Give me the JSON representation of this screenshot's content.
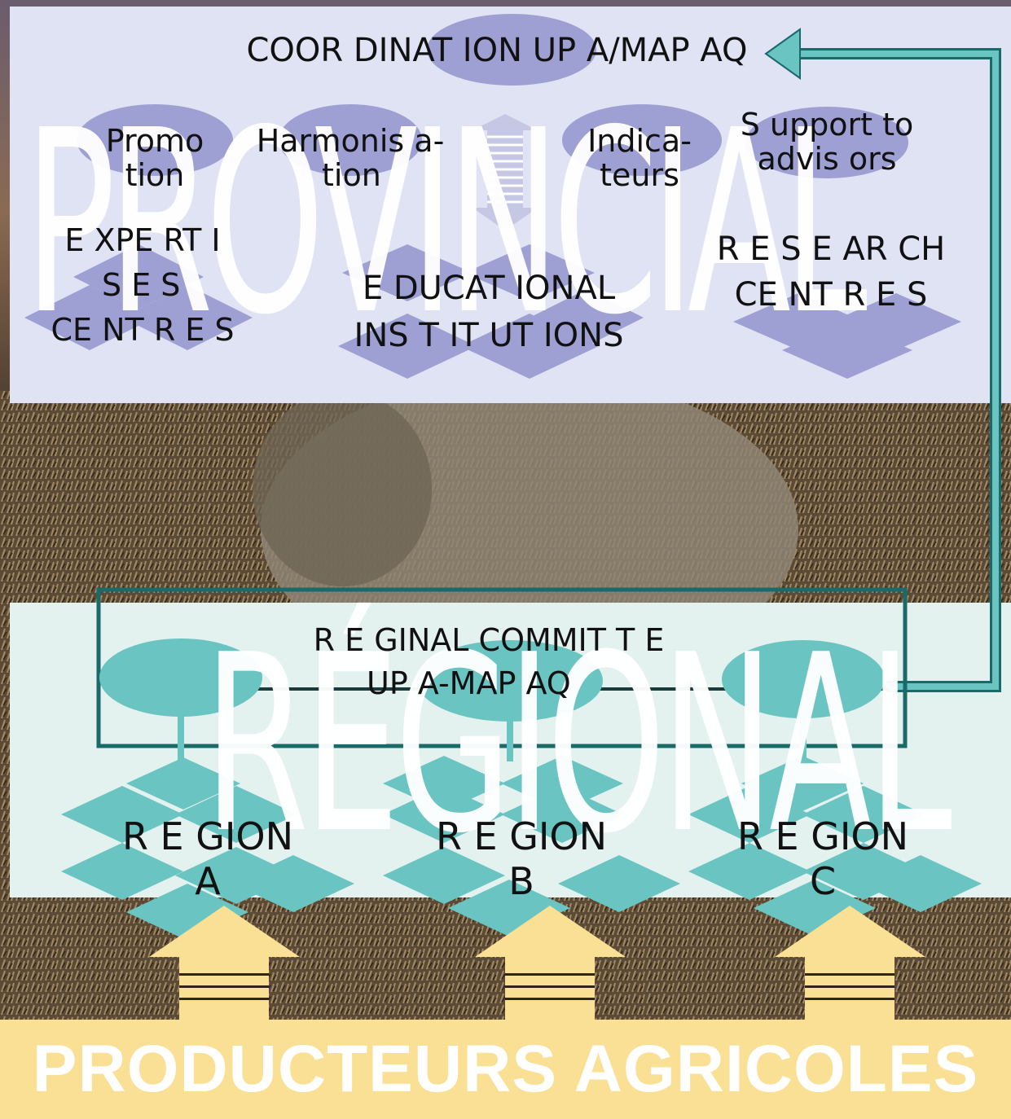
{
  "provincial": {
    "watermark": "PROVINCIAL",
    "coordination": "COOR DINAT ION UP A/MAP AQ",
    "functions": [
      {
        "id": "promotion",
        "lines": [
          "Promo",
          "tion"
        ]
      },
      {
        "id": "harmonisation",
        "lines": [
          "Harmonis a-",
          "tion"
        ]
      },
      {
        "id": "indicateurs",
        "lines": [
          "Indica-",
          "teurs"
        ]
      },
      {
        "id": "support",
        "lines": [
          "S upport to",
          "advis ors"
        ]
      }
    ],
    "expertise": [
      "E XPE RT I",
      "S E S",
      "CE NT R E S"
    ],
    "education": [
      "E DUCAT IONAL",
      "INS T IT UT IONS"
    ],
    "research": [
      "R E S E AR CH",
      "CE NT R E S"
    ]
  },
  "regional": {
    "watermark": "RÉGIONAL",
    "committee": [
      "R E GINAL  COMMIT T E",
      "UP A-MAP AQ"
    ],
    "regions": [
      {
        "id": "a",
        "lines": [
          "R E GION",
          "A"
        ]
      },
      {
        "id": "b",
        "lines": [
          "R E GION",
          "B"
        ]
      },
      {
        "id": "c",
        "lines": [
          "R E GION",
          "C"
        ]
      }
    ]
  },
  "producers": {
    "label": "PRODUCTEURS AGRICOLES"
  },
  "colors": {
    "provincial_panel": "#dfe3f4",
    "provincial_shape": "#9e9fd2",
    "regional_panel": "#e3f1ef",
    "regional_shape": "#6ac4c1",
    "connector": "#6ac4c1",
    "committee_border": "#1b6a6a",
    "arrow": "#fae095",
    "producers_band": "#fae095"
  }
}
